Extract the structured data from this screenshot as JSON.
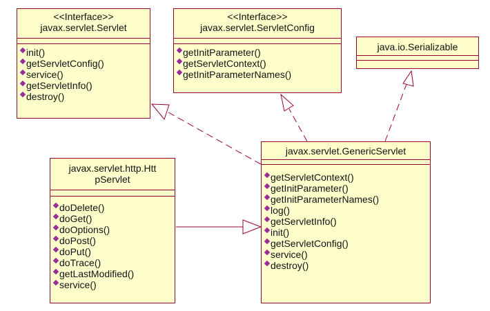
{
  "diagram": {
    "classes": {
      "servlet": {
        "stereotype": "<<Interface>>",
        "name": "javax.servlet.Servlet",
        "operations": [
          "init()",
          "getServletConfig()",
          "service()",
          "getServletInfo()",
          "destroy()"
        ]
      },
      "servlet_config": {
        "stereotype": "<<Interface>>",
        "name": "javax.servlet.ServletConfig",
        "operations": [
          "getInitParameter()",
          "getServletContext()",
          "getInitParameterNames()"
        ]
      },
      "serializable": {
        "name": "java.io.Serializable",
        "operations": []
      },
      "generic_servlet": {
        "name": "javax.servlet.GenericServlet",
        "operations": [
          "getServletContext()",
          "getInitParameter()",
          "getInitParameterNames()",
          "log()",
          "getServletInfo()",
          "init()",
          "getServletConfig()",
          "service()",
          "destroy()"
        ]
      },
      "http_servlet": {
        "name_line1": "javax.servlet.http.Htt",
        "name_line2": "pServlet",
        "operations": [
          "doDelete()",
          "doGet()",
          "doOptions()",
          "doPost()",
          "doPut()",
          "doTrace()",
          "getLastModified()",
          "service()"
        ]
      }
    },
    "relations": [
      {
        "from": "generic_servlet",
        "to": "servlet",
        "kind": "realization"
      },
      {
        "from": "generic_servlet",
        "to": "servlet_config",
        "kind": "realization"
      },
      {
        "from": "generic_servlet",
        "to": "serializable",
        "kind": "realization"
      },
      {
        "from": "http_servlet",
        "to": "generic_servlet",
        "kind": "generalization"
      }
    ],
    "colors": {
      "box_fill": "#ffffcc",
      "box_border": "#990033",
      "edge": "#990033",
      "operation_icon": "#9b2a9b"
    }
  }
}
